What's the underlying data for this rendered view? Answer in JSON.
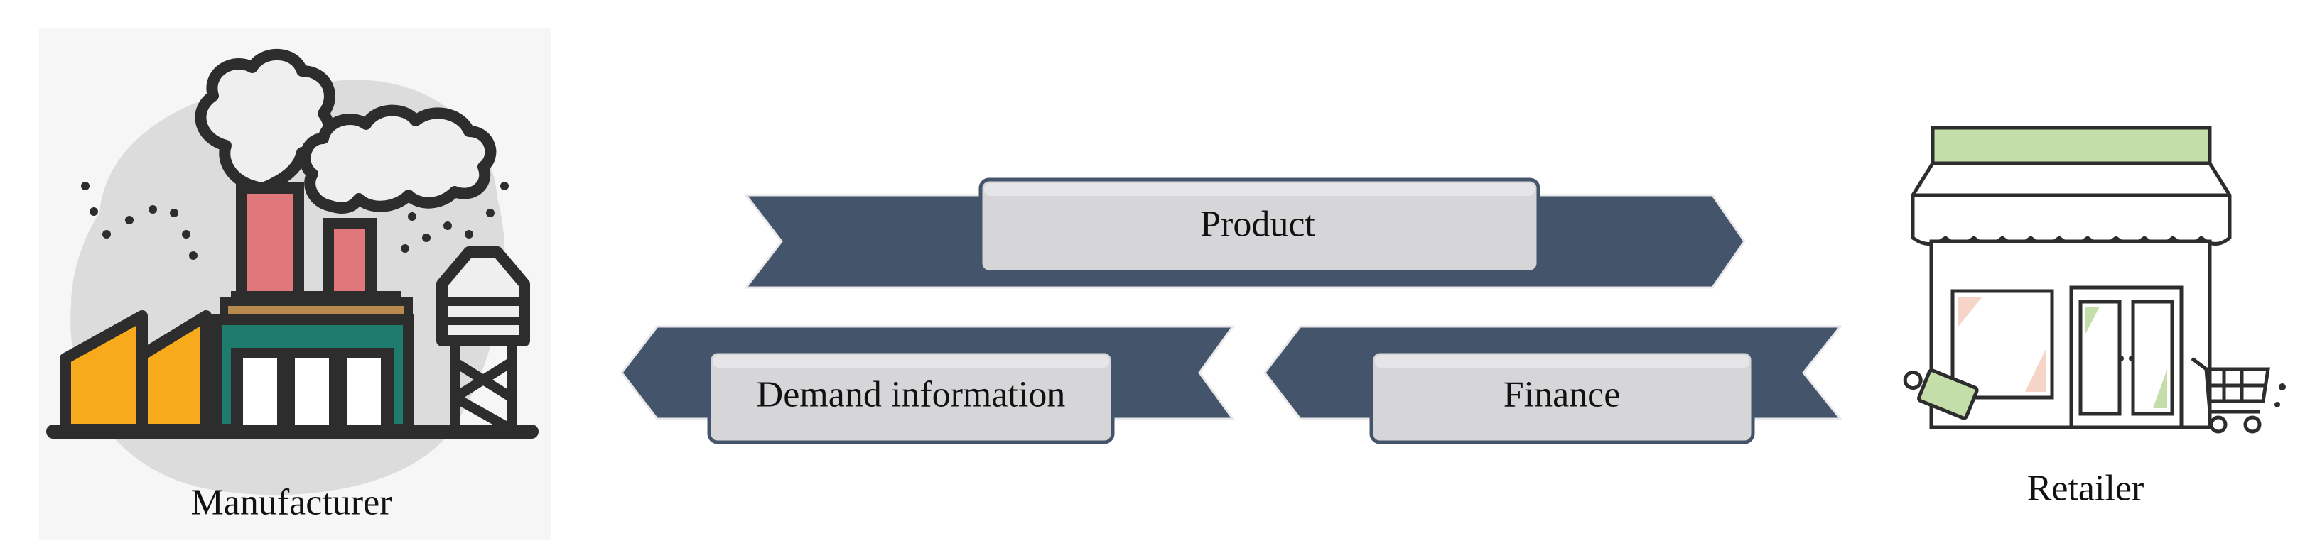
{
  "nodes": {
    "manufacturer": {
      "label": "Manufacturer",
      "icon": "factory-icon"
    },
    "retailer": {
      "label": "Retailer",
      "icon": "storefront-icon"
    }
  },
  "flows": {
    "product": {
      "label": "Product",
      "direction": "to-retailer"
    },
    "demand": {
      "label": "Demand information",
      "direction": "to-manufacturer"
    },
    "finance": {
      "label": "Finance",
      "direction": "to-manufacturer"
    }
  },
  "colors": {
    "banner": "#44546a",
    "label_box": "#d6d6d8",
    "label_border": "#44546a",
    "smoke": "#efefef",
    "chimney": "#e0777a",
    "factory_yellow": "#f6aa1c",
    "factory_teal": "#1e7b6e",
    "roof_green": "#c3dea9",
    "outline": "#2d2d2d"
  }
}
